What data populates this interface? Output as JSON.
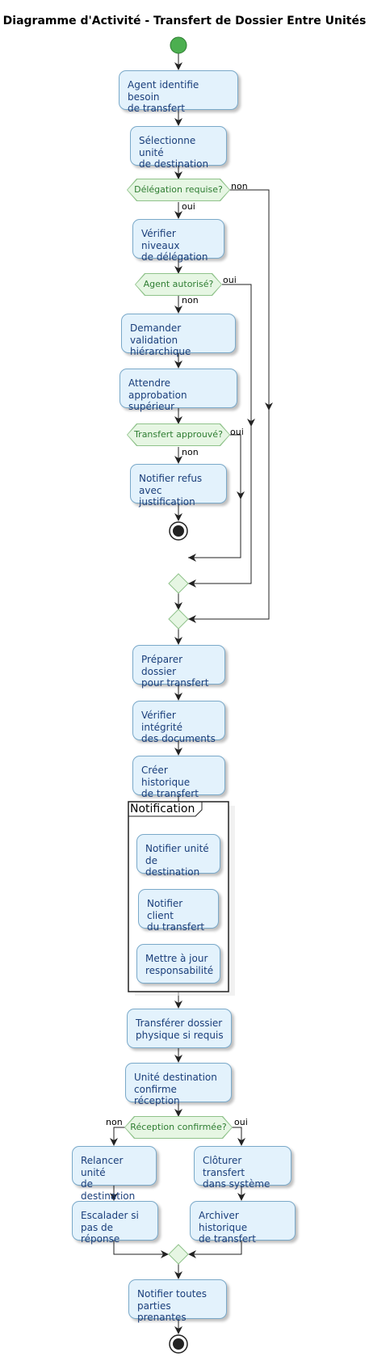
{
  "title": "Diagramme d'Activité - Transfert de Dossier Entre Unités",
  "activities": {
    "a1": "Agent identifie besoin\nde transfert",
    "a2": "Sélectionne unité\nde destination",
    "a3": "Vérifier niveaux\nde délégation",
    "a4": "Demander validation\nhiérarchique",
    "a5": "Attendre approbation\nsupérieur",
    "a6": "Notifier refus\navec justification",
    "a7": "Préparer dossier\npour transfert",
    "a8": "Vérifier intégrité\ndes documents",
    "a9": "Créer historique\nde transfert",
    "a10": "Notifier unité\nde destination",
    "a11": "Notifier client\ndu transfert",
    "a12": "Mettre à jour\nresponsabilité",
    "a13": "Transférer dossier\nphysique si requis",
    "a14": "Unité destination\nconfirme réception",
    "a15": "Relancer unité\nde destination",
    "a16": "Escalader si\npas de réponse",
    "a17": "Clôturer transfert\ndans système",
    "a18": "Archiver historique\nde transfert",
    "a19": "Notifier toutes\nparties prenantes"
  },
  "decisions": {
    "d1": "Délégation requise?",
    "d2": "Agent autorisé?",
    "d3": "Transfert approuvé?",
    "d4": "Réception confirmée?"
  },
  "labels": {
    "d1_yes": "oui",
    "d1_no": "non",
    "d2_yes": "oui",
    "d2_no": "non",
    "d3_yes": "oui",
    "d3_no": "non",
    "d4_yes": "oui",
    "d4_no": "non"
  },
  "partition": "Notification",
  "colors": {
    "activity_fill": "#e3f2fc",
    "activity_border": "#7aa9c9",
    "activity_text": "#1a3e7a",
    "decision_fill": "#e6f6e3",
    "decision_text": "#2e7d32",
    "start_fill": "#4caf50"
  }
}
